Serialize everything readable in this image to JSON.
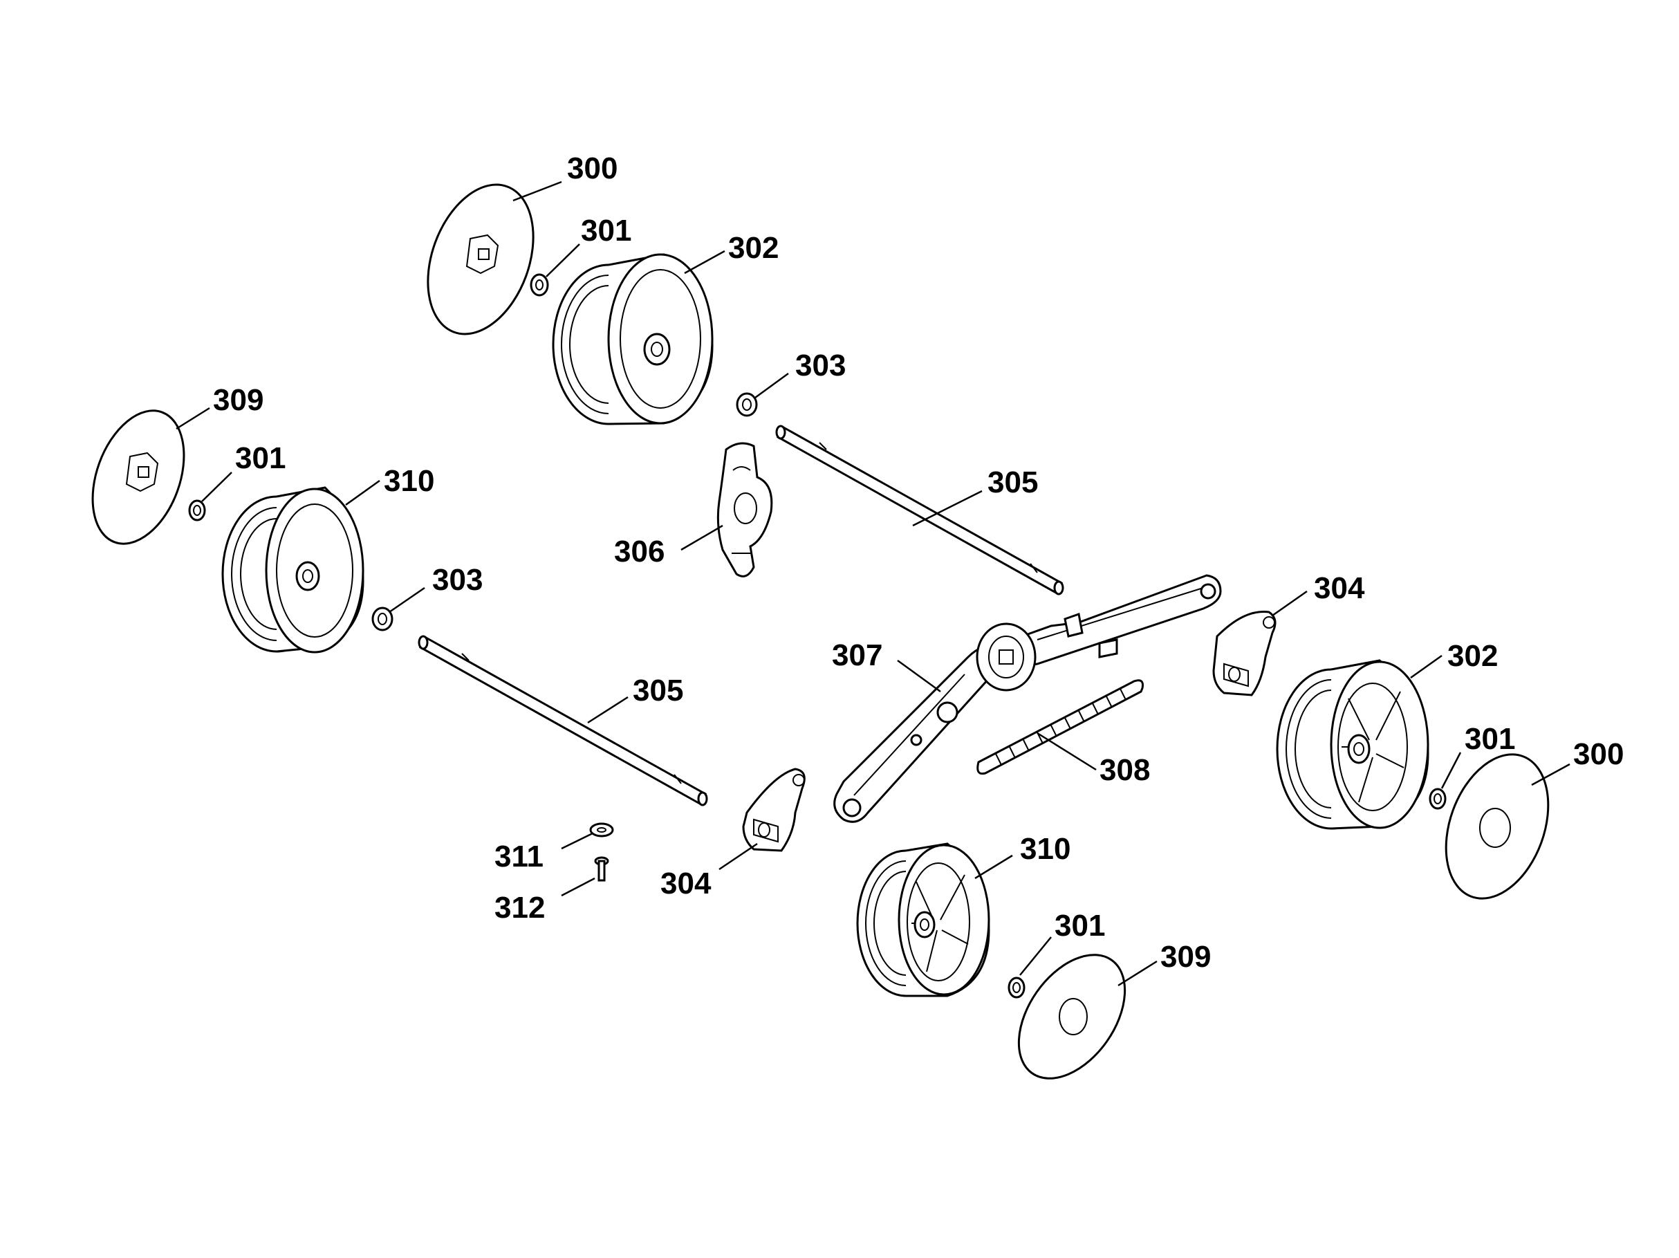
{
  "diagram_title": "",
  "callouts": [
    {
      "id": "c300a",
      "label": "300"
    },
    {
      "id": "c301a",
      "label": "301"
    },
    {
      "id": "c302a",
      "label": "302"
    },
    {
      "id": "c303a",
      "label": "303"
    },
    {
      "id": "c309a",
      "label": "309"
    },
    {
      "id": "c301b",
      "label": "301"
    },
    {
      "id": "c310a",
      "label": "310"
    },
    {
      "id": "c305a",
      "label": "305"
    },
    {
      "id": "c306",
      "label": "306"
    },
    {
      "id": "c303b",
      "label": "303"
    },
    {
      "id": "c304a",
      "label": "304"
    },
    {
      "id": "c307",
      "label": "307"
    },
    {
      "id": "c302b",
      "label": "302"
    },
    {
      "id": "c305b",
      "label": "305"
    },
    {
      "id": "c308",
      "label": "308"
    },
    {
      "id": "c301c",
      "label": "301"
    },
    {
      "id": "c300b",
      "label": "300"
    },
    {
      "id": "c311",
      "label": "311"
    },
    {
      "id": "c304b",
      "label": "304"
    },
    {
      "id": "c310b",
      "label": "310"
    },
    {
      "id": "c312",
      "label": "312"
    },
    {
      "id": "c301d",
      "label": "301"
    },
    {
      "id": "c309b",
      "label": "309"
    }
  ]
}
